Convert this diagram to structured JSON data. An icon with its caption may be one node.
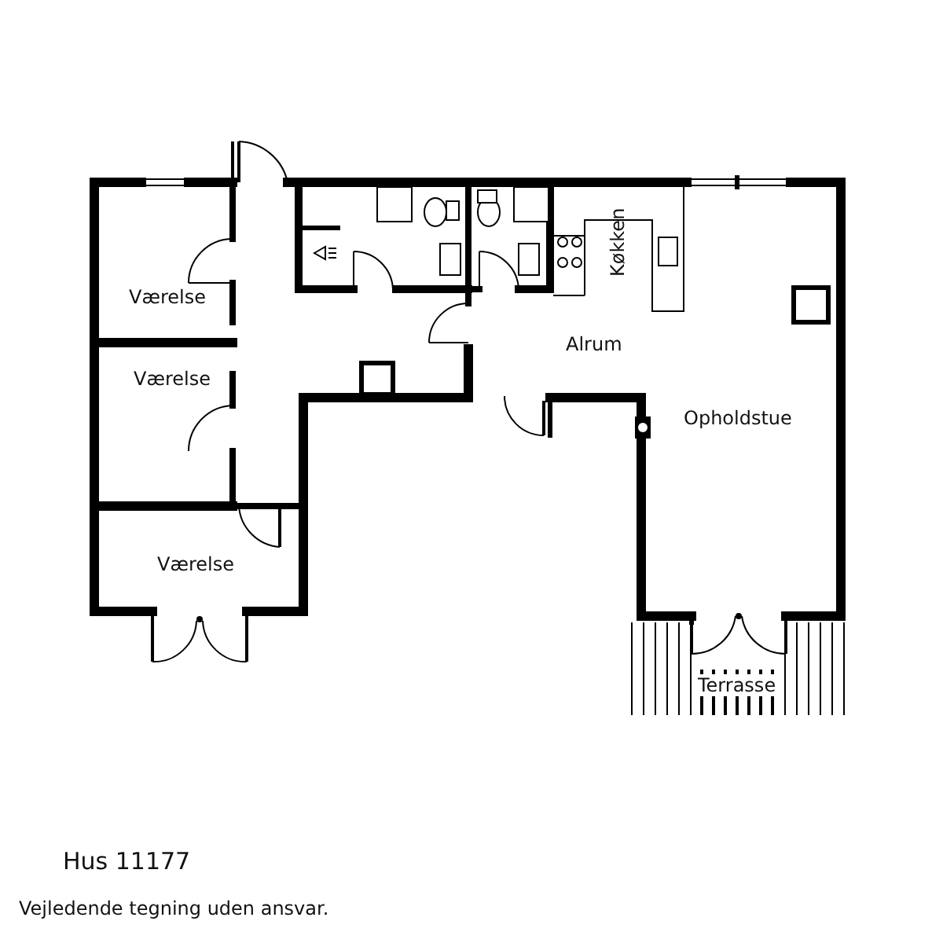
{
  "diagram": {
    "title": "Hus 11177",
    "caption": "Vejledende tegning uden ansvar.",
    "labels": [
      "Værelse",
      "Køkken",
      "Alrum",
      "Værelse",
      "Opholdstue",
      "Værelse",
      "Terrasse"
    ]
  }
}
